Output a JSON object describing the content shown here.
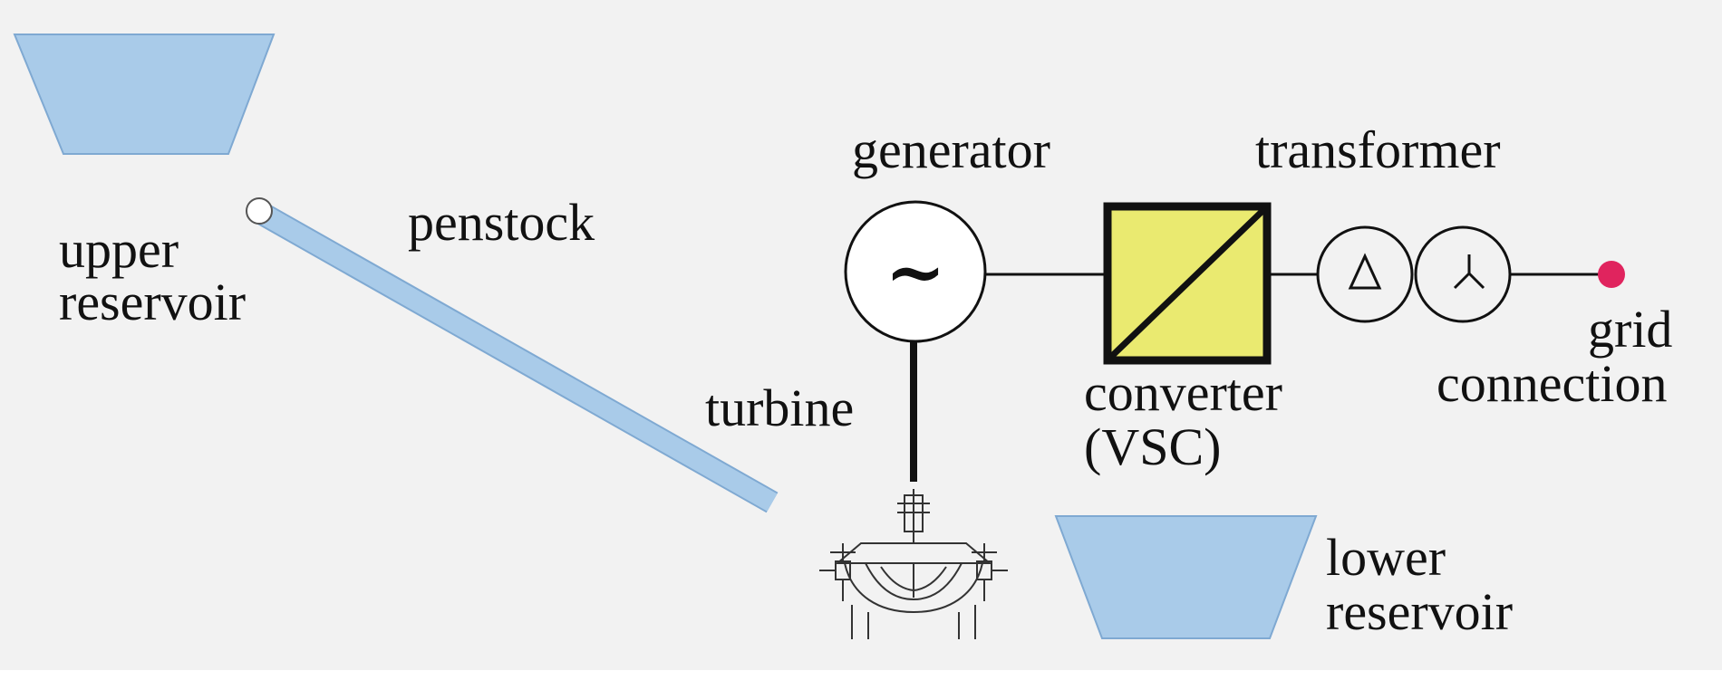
{
  "labels": {
    "upper_reservoir_line1": "upper",
    "upper_reservoir_line2": "reservoir",
    "penstock": "penstock",
    "generator": "generator",
    "generator_symbol": "~",
    "transformer": "transformer",
    "turbine": "turbine",
    "converter_line1": "converter",
    "converter_line2": "(VSC)",
    "grid_line1": "grid",
    "grid_line2": "connection",
    "lower_reservoir_line1": "lower",
    "lower_reservoir_line2": "reservoir"
  },
  "colors": {
    "background": "#f2f2f2",
    "water": "#a9cbe9",
    "water_stroke": "#7fa9d2",
    "converter_fill": "#eaea70",
    "grid_point": "#e0245e",
    "line": "#111111"
  }
}
